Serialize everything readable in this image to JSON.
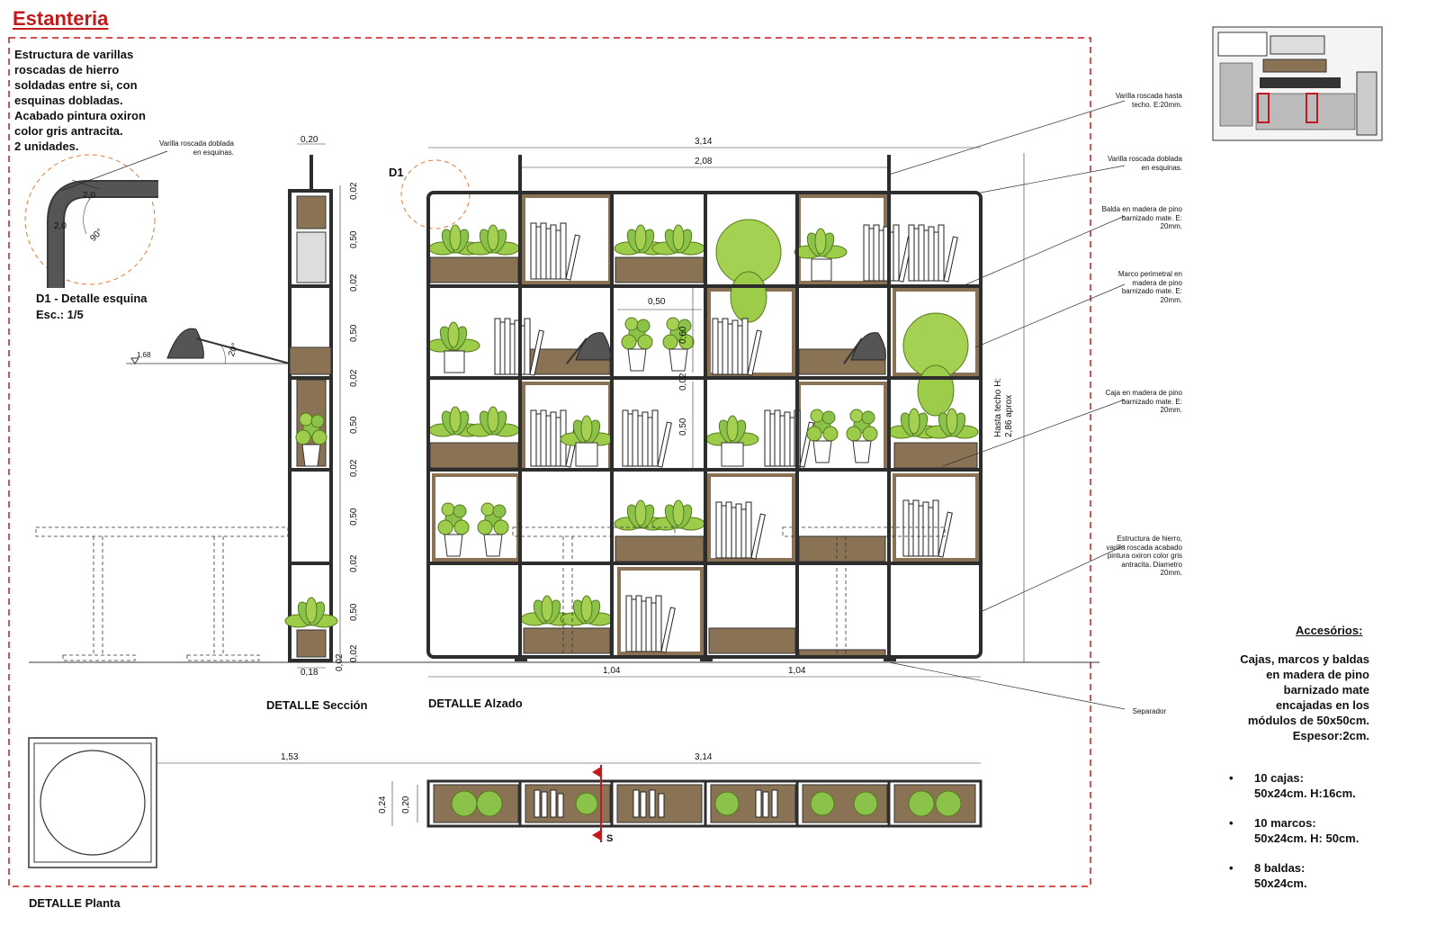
{
  "title": "Estanteria",
  "description": [
    "Estructura de varillas",
    "roscadas de hierro",
    "soldadas entre si, con",
    "esquinas dobladas.",
    "Acabado pintura oxiron",
    "color gris antracita.",
    "2 unidades."
  ],
  "detail_d1": {
    "marker": "D1",
    "title": "D1 - Detalle esquina",
    "scale": "Esc.: 1/5",
    "note": "Varilla roscada doblada en esquinas.",
    "dim_a": "2,0",
    "dim_b": "2,0",
    "angle": "90°"
  },
  "lamp": {
    "height": "1,68",
    "angle": "20°"
  },
  "section": {
    "label": "DETALLE Sección",
    "top_width": "0,20",
    "bottom_width": "0,18",
    "dims": [
      "0,02",
      "0,50",
      "0,02",
      "0,50",
      "0,02",
      "0,50",
      "0,02",
      "0,50",
      "0,02",
      "0,50",
      "0,02"
    ],
    "base_dim": "0,02"
  },
  "elevation": {
    "label": "DETALLE Alzado",
    "total_width": "3,14",
    "inner_width": "2,08",
    "module_width": "0,50",
    "module_height": "0,60",
    "side_dims": [
      "0,02",
      "0,50"
    ],
    "bottom_dims": [
      "1,04",
      "1,04"
    ],
    "height_note": "Hasta techo H: 2,86 aprox"
  },
  "annotations": [
    "Varilla roscada hasta techo. E:20mm.",
    "Varilla roscada doblada en esquinas.",
    "Balda en madera de pino barnizado mate. E: 20mm.",
    "Marco perimetral en madera de pino barnizado mate. E: 20mm.",
    "Caja en madera de pino barnizado mate. E: 20mm.",
    "Estructura de hierro, varilla roscada acabado pintura oxiron color gris antracita. Diametro 20mm.",
    "Separador"
  ],
  "plan": {
    "label": "DETALLE Planta",
    "left_width": "1,53",
    "total_width": "3,14",
    "depth_outer": "0,24",
    "depth_inner": "0,20",
    "section_mark": "S"
  },
  "accessories": {
    "title": "Accesórios:",
    "intro": [
      "Cajas, marcos y baldas",
      "en madera de pino",
      "barnizado mate",
      "encajadas en los",
      "módulos de 50x50cm.",
      "Espesor:2cm."
    ],
    "items": [
      {
        "l1": "10 cajas:",
        "l2": "50x24cm. H:16cm."
      },
      {
        "l1": "10 marcos:",
        "l2": "50x24cm. H: 50cm."
      },
      {
        "l1": "8 baldas:",
        "l2": "50x24cm."
      }
    ]
  },
  "colors": {
    "accent": "#c21a1a",
    "wood": "#8a7354",
    "frame": "#2d2d2d",
    "plant": "#8bc34a"
  }
}
